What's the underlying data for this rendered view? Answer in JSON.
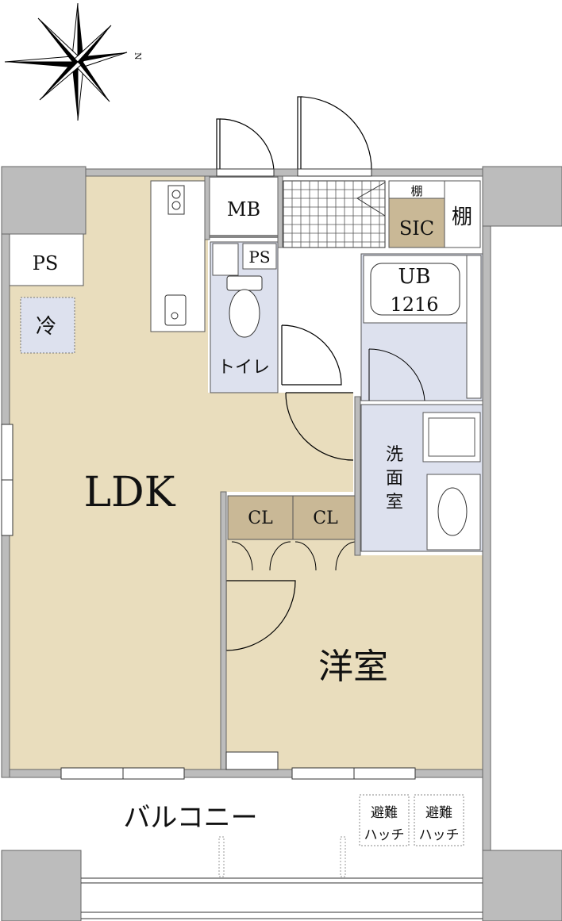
{
  "compass": {
    "north_label": "N"
  },
  "rooms": {
    "ldk": "LDK",
    "western_room": "洋室",
    "balcony": "バルコニー",
    "toilet": "トイレ",
    "washroom": [
      "洗",
      "面",
      "室"
    ],
    "mb": "MB",
    "ps_main": "PS",
    "ps_toilet": "PS",
    "sic": "SIC",
    "shelf_small": "棚",
    "shelf_tall": "棚",
    "ub": "UB",
    "ub_size": "1216",
    "fridge": "冷",
    "cl_left": "CL",
    "cl_right": "CL",
    "hatch_1": [
      "避難",
      "ハッチ"
    ],
    "hatch_2": [
      "避難",
      "ハッチ"
    ]
  },
  "colors": {
    "floor": "#e9ddbd",
    "wall": "#bcbcbc",
    "storage": "#c9b896",
    "wet": "#dde1ee"
  }
}
